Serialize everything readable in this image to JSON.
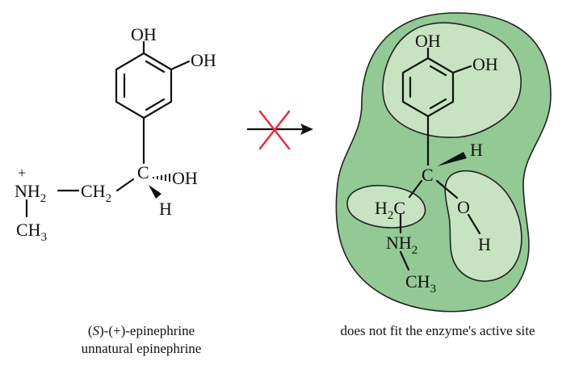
{
  "left_molecule": {
    "oh_top": "OH",
    "oh_right": "OH",
    "plus_sign": "+",
    "nh2_main": "NH",
    "nh2_sub": "2",
    "ch2_main": "CH",
    "ch2_sub": "2",
    "carbon": "C",
    "oh_stereo": "OH",
    "h_stereo": "H",
    "ch3_main": "CH",
    "ch3_sub": "3"
  },
  "right_molecule": {
    "oh_top": "OH",
    "oh_right": "OH",
    "h_stereo": "H",
    "carbon": "C",
    "o_atom": "O",
    "h_atom": "H",
    "h2c_h": "H",
    "h2c_sub": "2",
    "h2c_c": "C",
    "nh2_main": "NH",
    "nh2_sub": "2",
    "ch3_main": "CH",
    "ch3_sub": "3"
  },
  "captions": {
    "left_line1_paren_open": "(",
    "left_line1_italic": "S",
    "left_line1_rest": ")-(+)-epinephrine",
    "left_line2": "unnatural epinephrine",
    "right": "does not fit the enzyme's active site"
  },
  "colors": {
    "enzyme_fill": "#93c995",
    "pocket_fill": "#c8e3c2",
    "outline": "#222222",
    "cross": "#e0333f"
  }
}
